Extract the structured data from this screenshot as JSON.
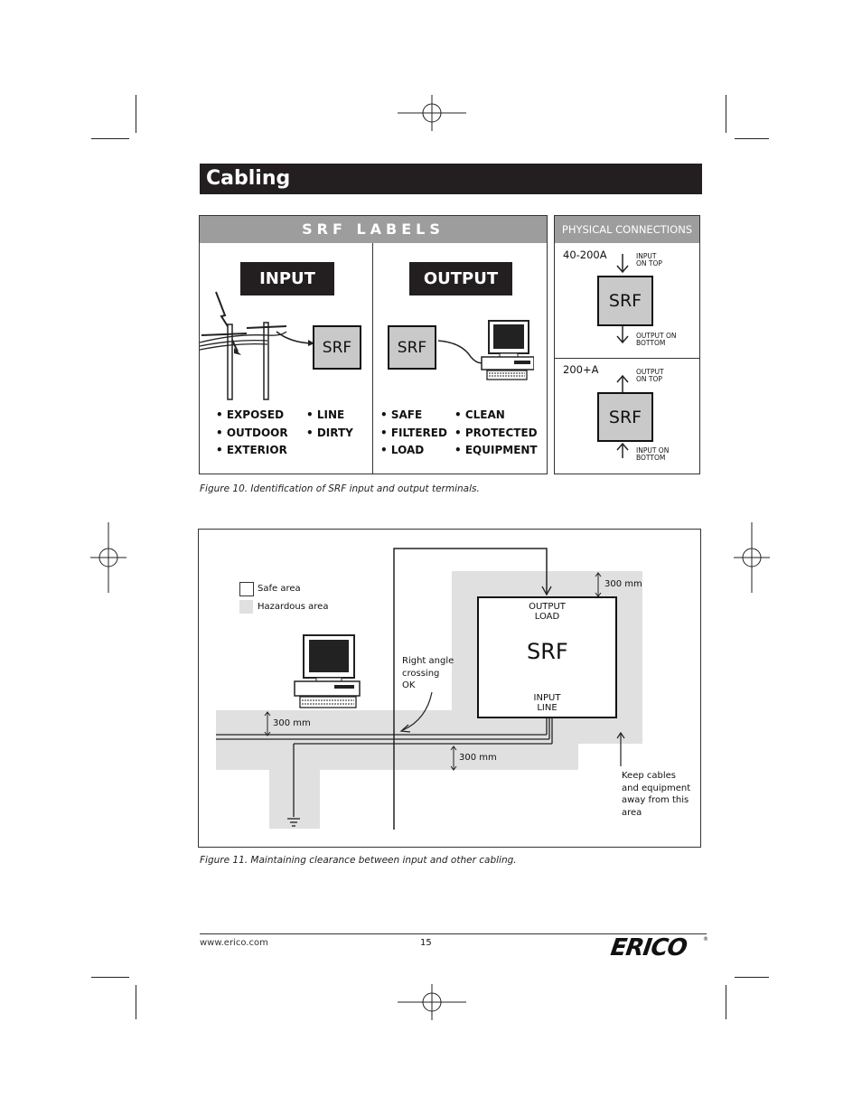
{
  "header": {
    "title": "Cabling"
  },
  "figure10": {
    "labels_title": "SRF LABELS",
    "input_tag": "INPUT",
    "output_tag": "OUTPUT",
    "srf": "SRF",
    "input_bullets_col1": [
      "• EXPOSED",
      "• OUTDOOR",
      "• EXTERIOR"
    ],
    "input_bullets_col2": [
      "• LINE",
      "• DIRTY"
    ],
    "output_bullets_col1": [
      "• SAFE",
      "• FILTERED",
      "• LOAD"
    ],
    "output_bullets_col2": [
      "• CLEAN",
      "• PROTECTED",
      "• EQUIPMENT"
    ],
    "physical_title": "PHYSICAL CONNECTIONS",
    "rating1": "40-200A",
    "rating1_top": [
      "INPUT",
      "ON TOP"
    ],
    "rating1_bottom": [
      "OUTPUT ON",
      "BOTTOM"
    ],
    "rating2": "200+A",
    "rating2_top": [
      "OUTPUT",
      "ON TOP"
    ],
    "rating2_bottom": [
      "INPUT ON",
      "BOTTOM"
    ],
    "caption": "Figure 10.  Identification of SRF input and output terminals."
  },
  "figure11": {
    "legend_safe": "Safe area",
    "legend_hazard": "Hazardous area",
    "output_load": [
      "OUTPUT",
      "LOAD"
    ],
    "srf": "SRF",
    "input_line": [
      "INPUT",
      "LINE"
    ],
    "clearance": "300 mm",
    "right_angle": [
      "Right angle",
      "crossing",
      "OK"
    ],
    "keep_away": [
      "Keep cables",
      "and equipment",
      "away from this",
      "area"
    ],
    "caption": "Figure 11.  Maintaining clearance between input and other cabling."
  },
  "footer": {
    "url": "www.erico.com",
    "page": "15",
    "logo": "ERICO"
  },
  "colors": {
    "title_bg": "#231f20",
    "band": "#9d9d9d",
    "srf_fill": "#c9c9c9",
    "hazard": "#e0e0e0"
  }
}
